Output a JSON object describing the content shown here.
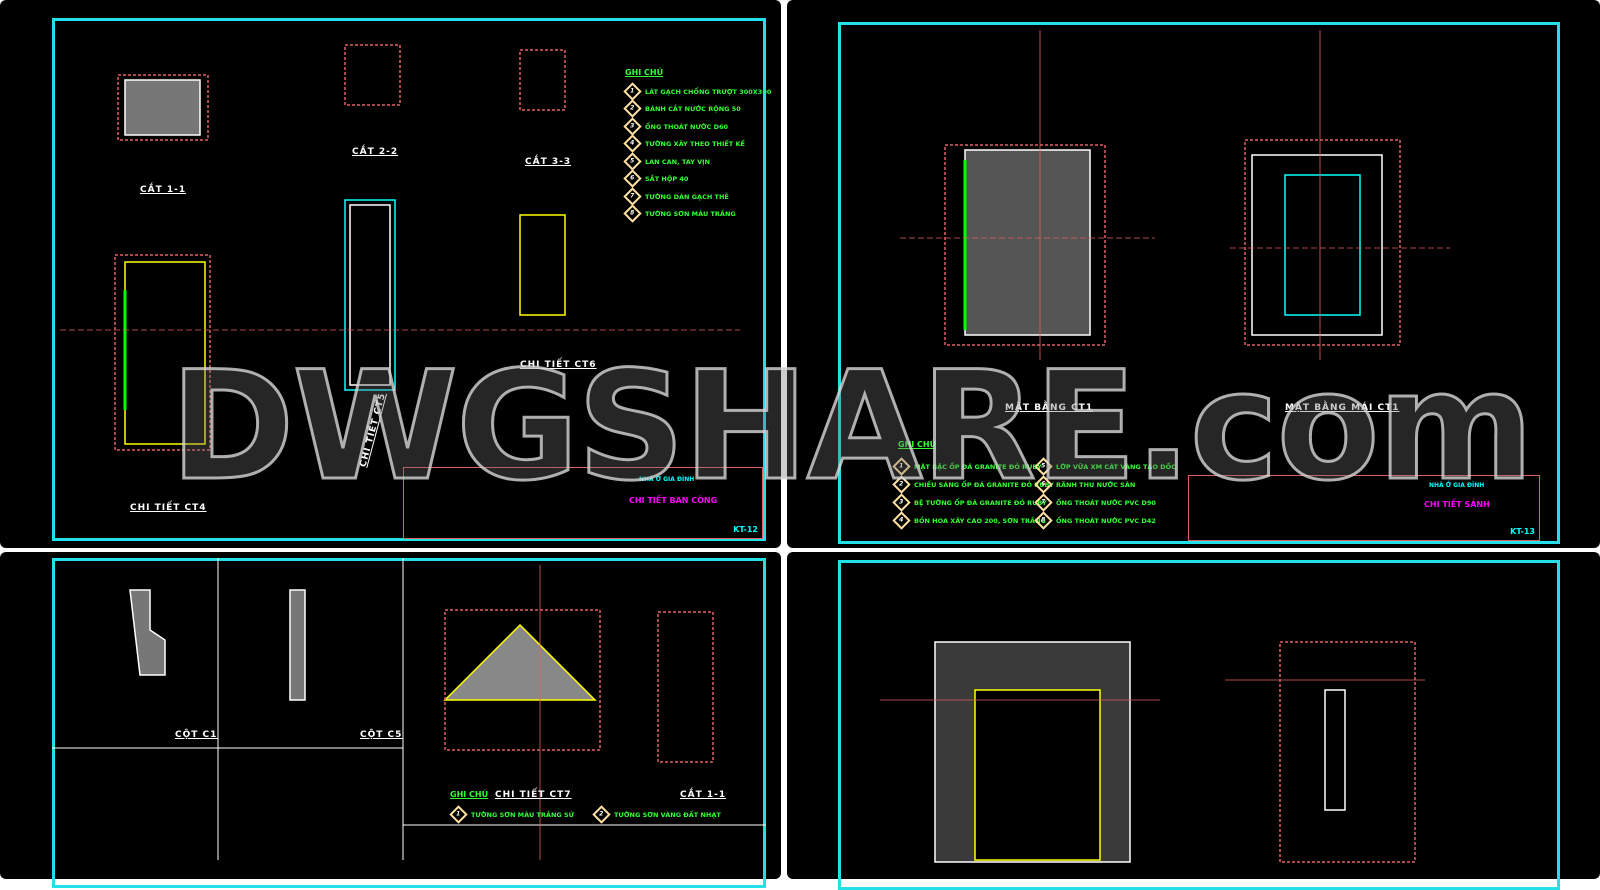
{
  "sheets": {
    "top_left": {
      "labels": [
        "CẮT 1-1",
        "CẮT 2-2",
        "CẮT 3-3",
        "CHI TIẾT CT4",
        "CHI TIẾT CT5",
        "CHI TIẾT CT6"
      ],
      "notes_title": "GHI CHÚ",
      "notes": [
        "LÁT GẠCH CHỐNG TRƯỢT 300X300",
        "BÁNH CẮT NƯỚC RỘNG 50",
        "ỐNG THOÁT NƯỚC D60",
        "TƯỜNG XÂY THEO THIẾT KẾ",
        "LAN CAN, TAY VỊN",
        "SẮT HỘP 40",
        "TƯỜNG DÁN GẠCH THẺ",
        "TƯỜNG SƠN MÀU TRẮNG"
      ],
      "title_block": {
        "title": "CHI TIẾT BAN CÔNG",
        "project": "NHÀ Ở GIA ĐÌNH",
        "code": "KT-12"
      }
    },
    "top_right": {
      "labels": [
        "MẶT BẰNG CT1",
        "MẶT BẰNG MÁI CT1"
      ],
      "notes_title": "GHI CHÚ",
      "notes": [
        "MẶT BẬC ỐP ĐÁ GRANITE ĐỎ RUBY",
        "CHIẾU SÁNG ỐP ĐÁ GRANITE ĐỎ RUBY",
        "BỆ TƯỜNG ỐP ĐÁ GRANITE ĐỎ RUBY",
        "BỒN HOA XÂY CAO 200, SƠN TRẮNG",
        "LỚP VỮA XM CÁT VÀNG TẠO DỐC",
        "RÃNH THU NƯỚC SÂN",
        "ỐNG THOÁT NƯỚC PVC D90",
        "ỐNG THOÁT NƯỚC PVC D42"
      ],
      "title_block": {
        "title": "CHI TIẾT SẢNH",
        "project": "NHÀ Ở GIA ĐÌNH",
        "code": "KT-13"
      }
    },
    "bottom_left": {
      "labels": [
        "CỘT C1",
        "CỘT C5",
        "CHI TIẾT CT7",
        "CẮT 1-1"
      ],
      "notes_title": "GHI CHÚ",
      "notes": [
        "TƯỜNG SƠN MÀU TRẮNG SỨ",
        "TƯỜNG SƠN VÀNG ĐẤT NHẠT"
      ]
    }
  },
  "watermark": "DWGSHARE.com",
  "colors": {
    "background": "#000000",
    "frame": "#22e0e8",
    "notes": "#33ff33",
    "title": "#ff00ff",
    "dimension": "#e06060"
  }
}
